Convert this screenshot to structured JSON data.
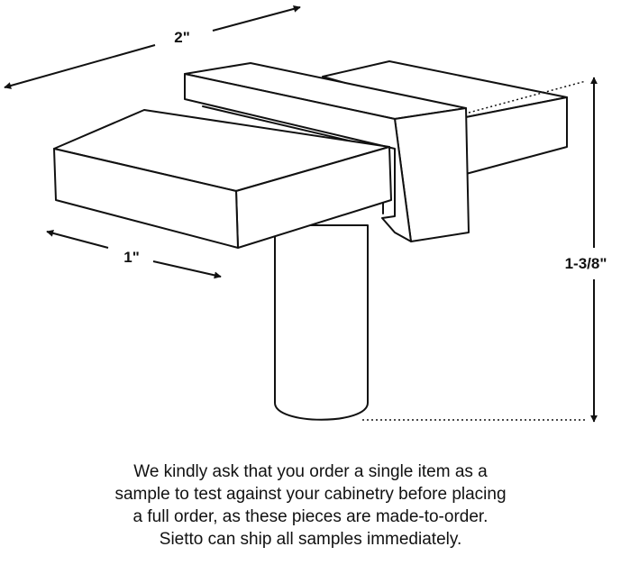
{
  "dimensions": {
    "width_label": "2\"",
    "depth_label": "1\"",
    "height_label": "1-3/8\""
  },
  "caption": {
    "lines": [
      "We kindly ask that you order a single item as a",
      "sample to test against your cabinetry before placing",
      "a full order, as these pieces are made-to-order.",
      "Sietto can ship all samples immediately."
    ]
  },
  "colors": {
    "line": "#111111",
    "background": "#ffffff"
  }
}
